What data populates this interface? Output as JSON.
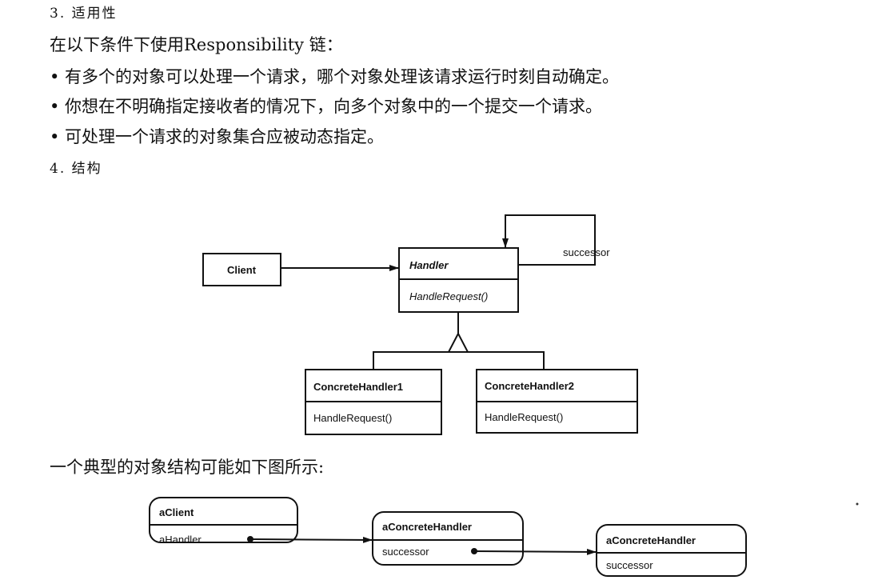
{
  "section3": {
    "heading": "3. 适用性",
    "intro": "在以下条件下使用Responsibility 链：",
    "bullets": [
      "• 有多个的对象可以处理一个请求，哪个对象处理该请求运行时刻自动确定。",
      "• 你想在不明确指定接收者的情况下，向多个对象中的一个提交一个请求。",
      "• 可处理一个请求的对象集合应被动态指定。"
    ]
  },
  "section4": {
    "heading": "4. 结构",
    "class_diagram": {
      "client": "Client",
      "handler": {
        "name": "Handler",
        "method": "HandleRequest()",
        "self_assoc": "successor"
      },
      "concrete": [
        {
          "name": "ConcreteHandler1",
          "method": "HandleRequest()"
        },
        {
          "name": "ConcreteHandler2",
          "method": "HandleRequest()"
        }
      ]
    },
    "caption": "一个典型的对象结构可能如下图所示:",
    "object_diagram": {
      "client": {
        "name": "aClient",
        "field": "aHandler"
      },
      "handlers": [
        {
          "name": "aConcreteHandler",
          "field": "successor"
        },
        {
          "name": "aConcreteHandler",
          "field": "successor"
        }
      ]
    }
  }
}
